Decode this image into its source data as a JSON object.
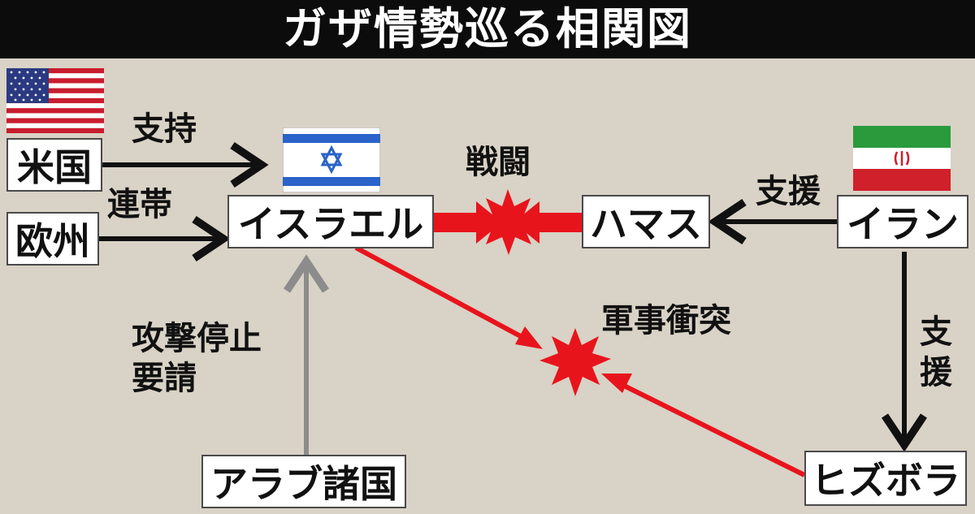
{
  "title": "ガザ情勢巡る相関図",
  "nodes": {
    "usa": "米国",
    "europe": "欧州",
    "israel": "イスラエル",
    "hamas": "ハマス",
    "iran": "イラン",
    "hezbollah": "ヒズボラ",
    "arab": "アラブ諸国"
  },
  "edges": {
    "usa_israel": "支持",
    "europe_israel": "連帯",
    "israel_hamas": "戦闘",
    "iran_hamas": "支援",
    "iran_hezbollah_1": "支",
    "iran_hezbollah_2": "援",
    "arab_israel_1": "攻撃停止",
    "arab_israel_2": "要請",
    "clash": "軍事衝突"
  },
  "colors": {
    "background": "#d9d2c6",
    "title_bar": "#0c0c0c",
    "arrow_black": "#111111",
    "arrow_red": "#e8141c",
    "arrow_gray": "#8c8c8c"
  },
  "icons": [
    "us-flag-icon",
    "israel-flag-icon",
    "iran-flag-icon",
    "explosion-icon"
  ]
}
